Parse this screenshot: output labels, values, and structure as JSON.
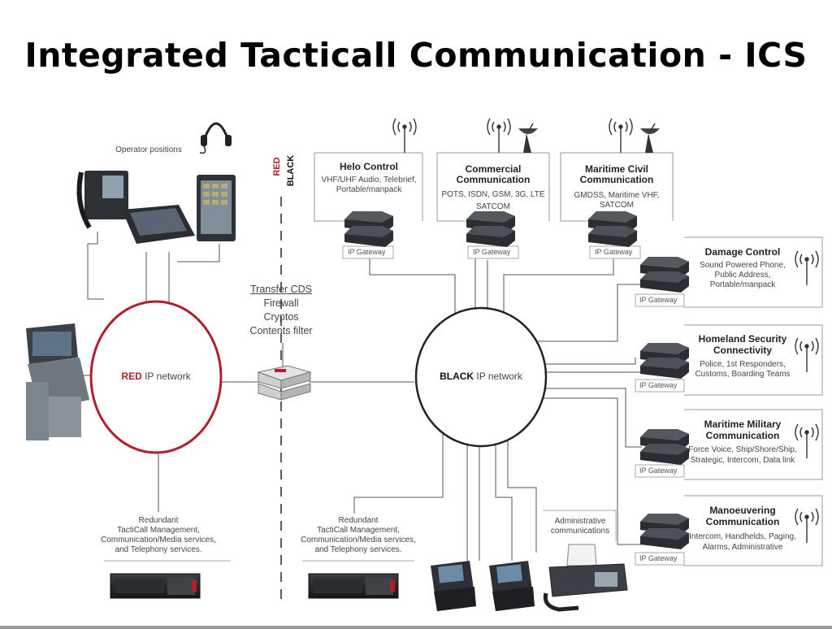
{
  "title": "Integrated Tacticall Communication - ICS",
  "colors": {
    "red_accent": "#b21e2c",
    "line": "#555555",
    "device_dark": "#2e3236",
    "box_shadow": "#999999"
  },
  "labels": {
    "operator_positions": "Operator positions",
    "red": "RED",
    "black": "BLACK",
    "red_network_bold": "RED",
    "red_network_rest": " IP network",
    "black_network_bold": "BLACK",
    "black_network_rest": " IP network",
    "transfer_cds": "Transfer CDS",
    "firewall": "Firewall",
    "cryptos": "Cryptos",
    "contents_filter": "Contents filter",
    "redundant_left_1": "Redundant",
    "redundant_left_2": "TactiCall Management,",
    "redundant_left_3": "Communication/Media services,",
    "redundant_left_4": "and Telephony services.",
    "redundant_mid_1": "Redundant",
    "redundant_mid_2": "TactiCall Management,",
    "redundant_mid_3": "Communication/Media services,",
    "redundant_mid_4": "and Telephony services.",
    "admin_1": "Administrative",
    "admin_2": "communications"
  },
  "top_boxes": [
    {
      "title1": "Helo Control",
      "title2": "",
      "desc1": "VHF/UHF Audio, Telebrief,",
      "desc2": "Portable/manpack",
      "gateway": "IP Gateway"
    },
    {
      "title1": "Commercial",
      "title2": "Communication",
      "desc1": "POTS, ISDN, GSM, 3G, LTE",
      "desc2": "SATCOM",
      "gateway": "IP Gateway"
    },
    {
      "title1": "Maritime Civil",
      "title2": "Communication",
      "desc1": "GMDSS, Maritime VHF,",
      "desc2": "SATCOM",
      "gateway": "IP Gateway"
    }
  ],
  "right_boxes": [
    {
      "title1": "Damage Control",
      "title2": "",
      "desc1": "Sound Powered Phone,",
      "desc2": "Public Address,",
      "desc3": "Portable/manpack",
      "gateway": "IP Gateway"
    },
    {
      "title1": "Homeland Security",
      "title2": "Connectivity",
      "desc1": "Police, 1st Responders,",
      "desc2": "Customs, Boarding Teams",
      "desc3": "",
      "gateway": "IP Gateway"
    },
    {
      "title1": "Maritime Military",
      "title2": "Communication",
      "desc1": "Force Voice, Ship/Shore/Ship,",
      "desc2": "Strategic, Intercom, Data link",
      "desc3": "",
      "gateway": "IP Gateway"
    },
    {
      "title1": "Manoeuvering",
      "title2": "Communication",
      "desc1": "Intercom, Handhelds, Paging,",
      "desc2": "Alarms, Administrative",
      "desc3": "",
      "gateway": "IP Gateway"
    }
  ]
}
